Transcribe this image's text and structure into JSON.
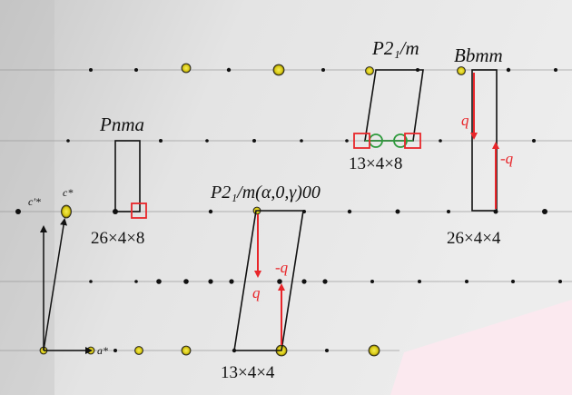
{
  "labels": {
    "pnma": "Pnma",
    "p21m": "P2₁/m",
    "bbmm": "Bbmm",
    "p21m_mod": "P2₁/m(α,0,γ)00",
    "cell_pnma": "26×4×8",
    "cell_p21m": "13×4×8",
    "cell_bbmm": "26×4×4",
    "cell_mod": "13×4×4",
    "axis_c_prime": "c'*",
    "axis_c": "c*",
    "axis_a": "a*",
    "q": "q",
    "minus_q": "-q"
  },
  "colors": {
    "background": "#fbe9ef",
    "film": "#e2e2e2",
    "spot": "#111111",
    "bright_spot": "#e6d81c",
    "cell_outline": "#111111",
    "q_vector": "#e8262a",
    "square_marker": "#e8262a",
    "circle_marker": "#2e9a3c"
  },
  "icons": {
    "reciprocal_axes": "arrow-axes-icon",
    "q_arrows": "red-arrow-icon",
    "markers": [
      "red-square-icon",
      "green-circle-icon"
    ]
  }
}
